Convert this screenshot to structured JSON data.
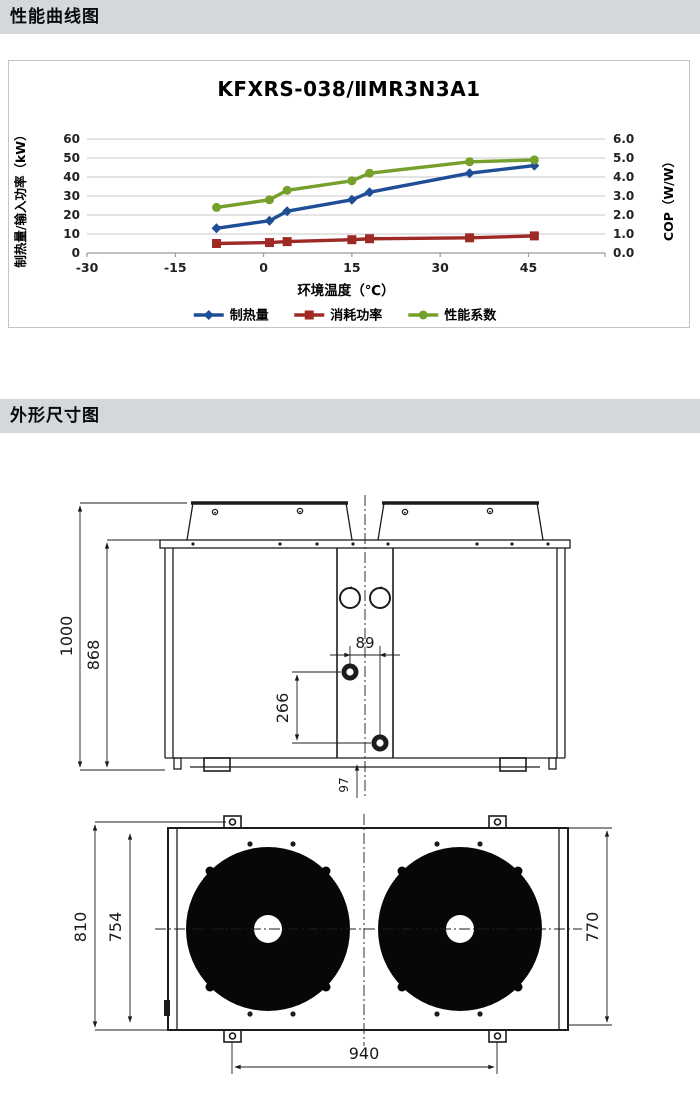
{
  "sections": {
    "performance": {
      "title": "性能曲线图"
    },
    "dimensions": {
      "title": "外形尺寸图"
    }
  },
  "colors": {
    "header_bg": "#d3d8dc",
    "grid_line": "#c9c9c9",
    "axis_line": "#9b9b9b",
    "drawing_line": "#1c1c1c"
  },
  "chart_data": {
    "type": "line",
    "title": "KFXRS-038/ⅡMR3N3A1",
    "xlabel": "环境温度（℃）",
    "ylabel_left": "制热量/输入功率（kW）",
    "ylabel_right": "COP（W/W）",
    "grid": true,
    "legend_position": "bottom",
    "xlim": [
      -30,
      58
    ],
    "ylim_left": [
      0,
      60
    ],
    "ylim_right": [
      0,
      6
    ],
    "x_ticks": [
      -30,
      -15,
      0,
      15,
      30,
      45
    ],
    "yticks_left": [
      "0",
      "10",
      "20",
      "30",
      "40",
      "50",
      "60"
    ],
    "yticks_right": [
      "0.0",
      "1.0",
      "2.0",
      "3.0",
      "4.0",
      "5.0",
      "6.0"
    ],
    "x": [
      -8,
      1,
      4,
      15,
      18,
      35,
      46
    ],
    "series": [
      {
        "name": "制热量",
        "axis": "left",
        "color": "#1F4E97",
        "marker": "diamond",
        "values": [
          13,
          17,
          22,
          28,
          32,
          42,
          46
        ]
      },
      {
        "name": "消耗功率",
        "axis": "left",
        "color": "#9E2A25",
        "marker": "square",
        "values": [
          5,
          5.5,
          6,
          7,
          7.5,
          8,
          9
        ]
      },
      {
        "name": "性能系数",
        "axis": "right",
        "color": "#76A02C",
        "marker": "circle",
        "values": [
          2.4,
          2.8,
          3.3,
          3.8,
          4.2,
          4.8,
          4.9
        ]
      }
    ]
  },
  "drawing": {
    "front_view": {
      "dims": {
        "height_total": "1000",
        "height_body": "868",
        "pipe_offset": "89",
        "pipe_spacing": "266",
        "bottom_offset": "97"
      }
    },
    "top_view": {
      "dims": {
        "depth_total": "810",
        "depth_inner": "754",
        "depth_right": "770",
        "feet_spacing": "940"
      }
    }
  }
}
